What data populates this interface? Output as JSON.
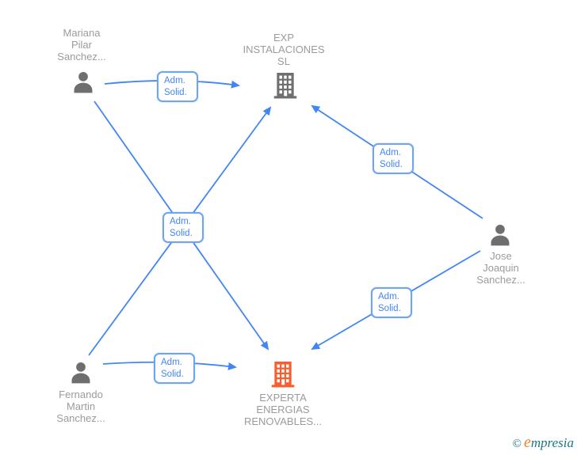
{
  "diagram": {
    "title": "corporate-relations-network",
    "nodes": {
      "mariana": {
        "type": "person",
        "lines": [
          "Mariana",
          "Pilar",
          "Sanchez..."
        ]
      },
      "exp": {
        "type": "company",
        "lines": [
          "EXP",
          "INSTALACIONES",
          "SL"
        ],
        "color": "#6f6f6f"
      },
      "jose": {
        "type": "person",
        "lines": [
          "Jose",
          "Joaquin",
          "Sanchez..."
        ]
      },
      "fernando": {
        "type": "person",
        "lines": [
          "Fernando",
          "Martin",
          "Sanchez..."
        ]
      },
      "experta": {
        "type": "company",
        "lines": [
          "EXPERTA",
          "ENERGIAS",
          "RENOVABLES..."
        ],
        "color": "#fb5d2d"
      }
    },
    "edges": [
      {
        "from": "mariana",
        "to": "exp",
        "label_lines": [
          "Adm.",
          "Solid."
        ]
      },
      {
        "from": "mariana",
        "to": "experta",
        "label_lines": [
          "Adm.",
          "Solid."
        ]
      },
      {
        "from": "fernando",
        "to": "exp",
        "label_lines": [
          "Adm.",
          "Solid."
        ]
      },
      {
        "from": "jose",
        "to": "exp",
        "label_lines": [
          "Adm.",
          "Solid."
        ]
      },
      {
        "from": "jose",
        "to": "experta",
        "label_lines": [
          "Adm.",
          "Solid."
        ]
      },
      {
        "from": "fernando",
        "to": "experta",
        "label_lines": [
          "Adm.",
          "Solid."
        ]
      }
    ],
    "colors": {
      "edge_blue": "#4285f4",
      "box_border_blue": "#6fa4ef",
      "box_text_blue": "#4285f4",
      "person_gray": "#6e6e6e",
      "company_gray": "#6f6f6f",
      "company_orange": "#fb5d2d",
      "text_gray": "#9b9b9b"
    }
  },
  "footer": {
    "copyright": "©",
    "brand_initial": "e",
    "brand_rest": "mpresia",
    "teal": "#1b7688",
    "orange": "#f08223"
  }
}
